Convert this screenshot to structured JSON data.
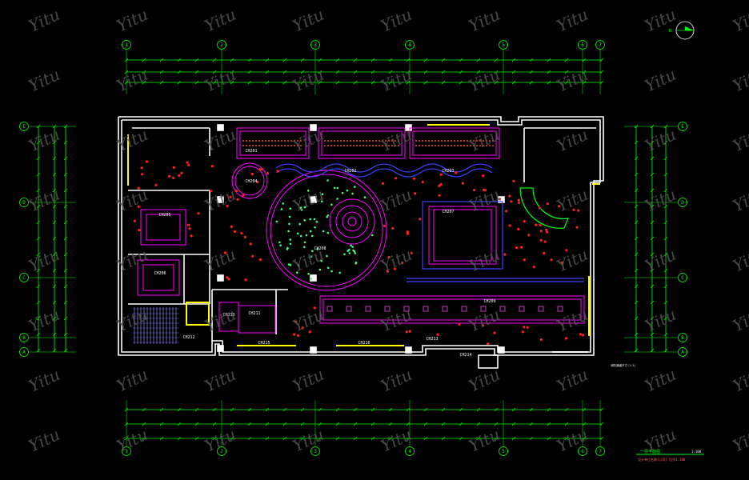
{
  "watermark": "Yitu",
  "axes_columns": [
    "1",
    "2",
    "3",
    "4",
    "5",
    "6",
    "7"
  ],
  "axes_rows": [
    "E",
    "D",
    "C",
    "B",
    "A"
  ],
  "north_label": "N",
  "room_labels": [
    "CH201",
    "CH202",
    "CH203",
    "CH204",
    "CH205",
    "CH206",
    "CH207",
    "CH208",
    "CH209",
    "CH210",
    "CH211",
    "CH212",
    "CH213",
    "CH214",
    "CH215",
    "CH216"
  ],
  "drawing_title": "一层平面图",
  "drawing_scale": "1:100",
  "drawing_subtitle": "设计单位名称(公司) 比例1:100",
  "note_right": "消防通道尺寸(1:1)",
  "colors": {
    "background": "#000000",
    "walls": "#ffffff",
    "axes": "#00ff00",
    "ceiling": "#ff00ff",
    "lights": "#ff2020",
    "accent_blue": "#4040ff",
    "accent_yellow": "#ffff00",
    "accent_cyan": "#00ffff"
  }
}
